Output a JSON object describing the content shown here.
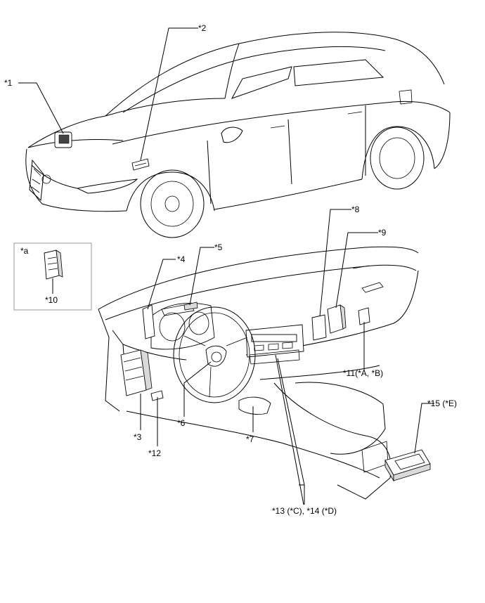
{
  "callouts": {
    "c1": "*1",
    "c2": "*2",
    "c3": "*3",
    "c4": "*4",
    "c5": "*5",
    "c6": "*6",
    "c7": "*7",
    "c8": "*8",
    "c9": "*9",
    "c10": "*10",
    "c11": "*11(*A, *B)",
    "c12": "*12",
    "c13": "*13 (*C), *14 (*D)",
    "c15": "*15 (*E)",
    "ca": "*a"
  },
  "colors": {
    "line": "#000000",
    "frame": "#999999",
    "background": "#ffffff"
  }
}
